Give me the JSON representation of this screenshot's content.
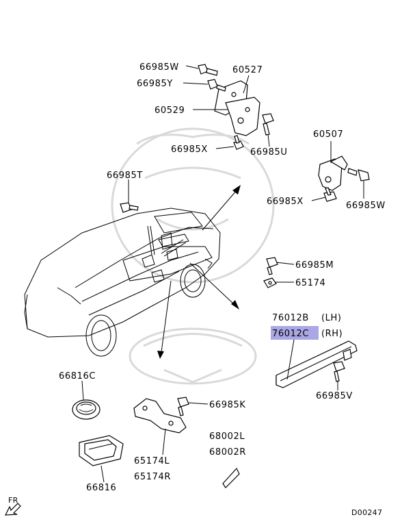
{
  "callouts": {
    "p66985W_top": "66985W",
    "p60527": "60527",
    "p66985Y": "66985Y",
    "p60529": "60529",
    "p66985X_top": "66985X",
    "p66985U": "66985U",
    "p60507": "60507",
    "p66985T": "66985T",
    "p66985X_right": "66985X",
    "p66985W_right": "66985W",
    "p66985M": "66985M",
    "p65174": "65174",
    "p76012B": "76012B",
    "p76012B_side": "(LH)",
    "p76012C": "76012C",
    "p76012C_side": "(RH)",
    "p66985V": "66985V",
    "p66816C": "66816C",
    "p66985K": "66985K",
    "p68002L": "68002L",
    "p68002R": "68002R",
    "p65174L": "65174L",
    "p65174R": "65174R",
    "p66816": "66816"
  },
  "orientation_label": "FR",
  "diagram_code": "D00247",
  "highlight_color": "#a9a7e4"
}
